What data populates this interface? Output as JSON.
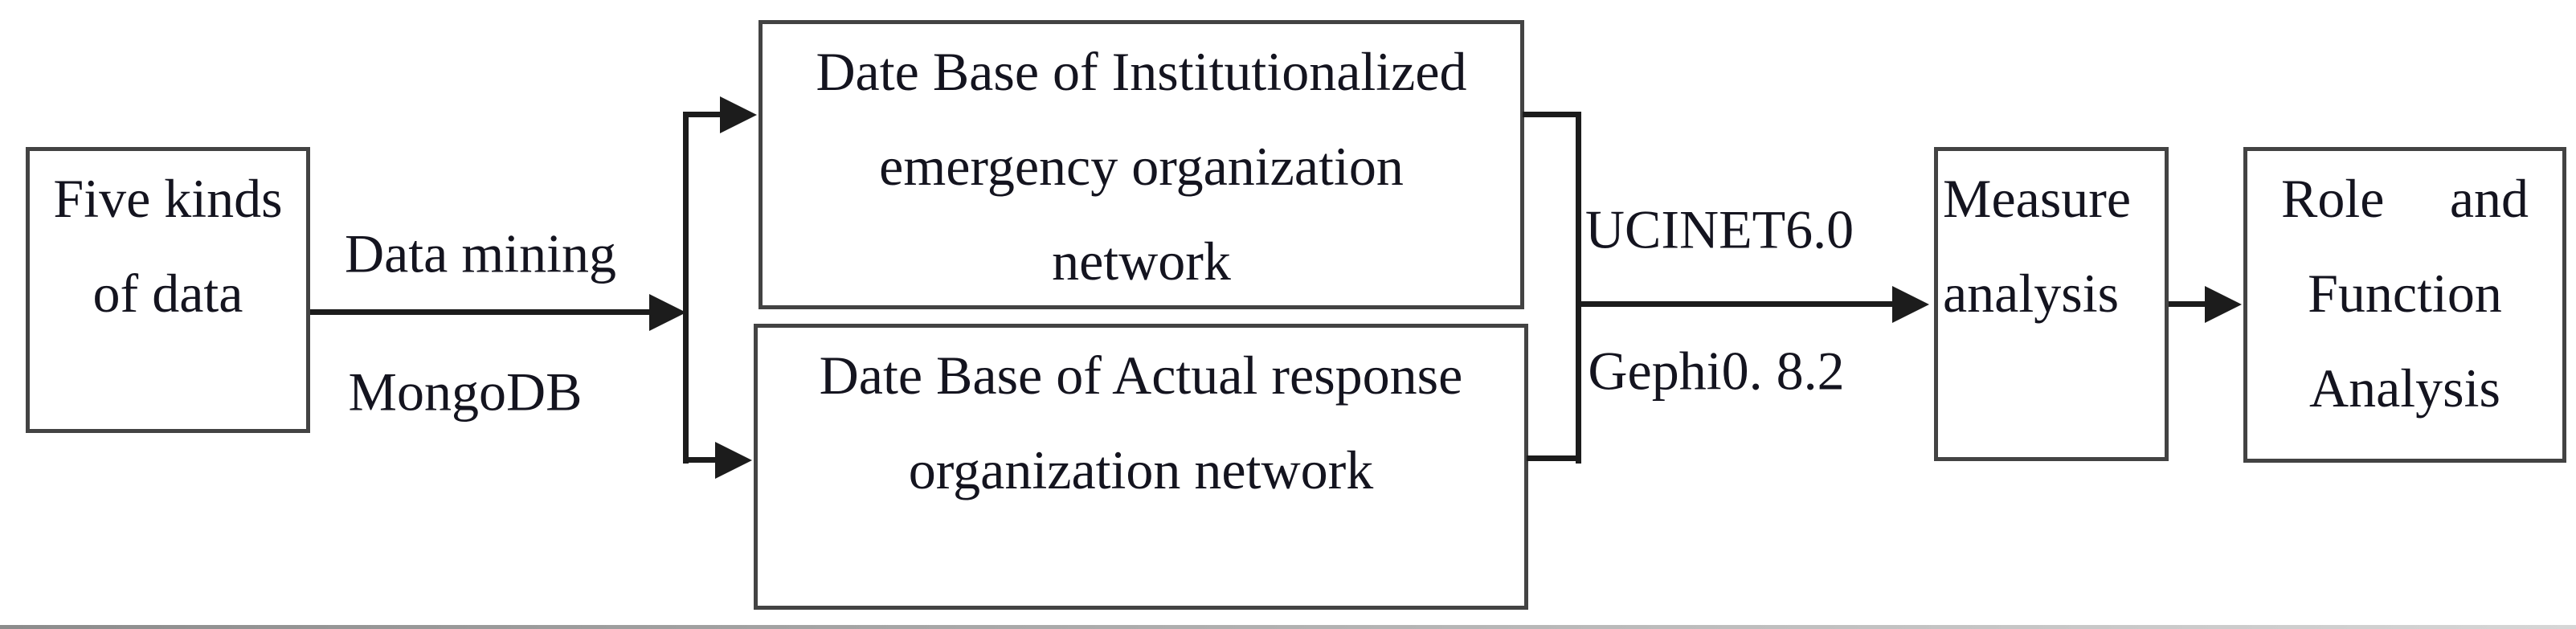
{
  "colors": {
    "background": "#ffffff",
    "text": "#14141f",
    "box_border": "#434343",
    "arrow": "#1c1c1c"
  },
  "boxes": {
    "five_kinds": {
      "line1": "Five kinds",
      "line2": "of data"
    },
    "institutionalized": {
      "line1": "Date Base of Institutionalized",
      "line2": "emergency organization",
      "line3": "network"
    },
    "actual": {
      "line1": "Date Base of Actual response",
      "line2": "organization network"
    },
    "measure": {
      "line1": "Measure",
      "line2": "analysis"
    },
    "role": {
      "line1_left": "Role",
      "line1_right": "and",
      "line2": "Function",
      "line3": "Analysis"
    }
  },
  "edge_labels": {
    "data_mining": "Data mining",
    "mongodb": "MongoDB",
    "ucinet": "UCINET6.0",
    "gephi": "Gephi0. 8.2"
  }
}
